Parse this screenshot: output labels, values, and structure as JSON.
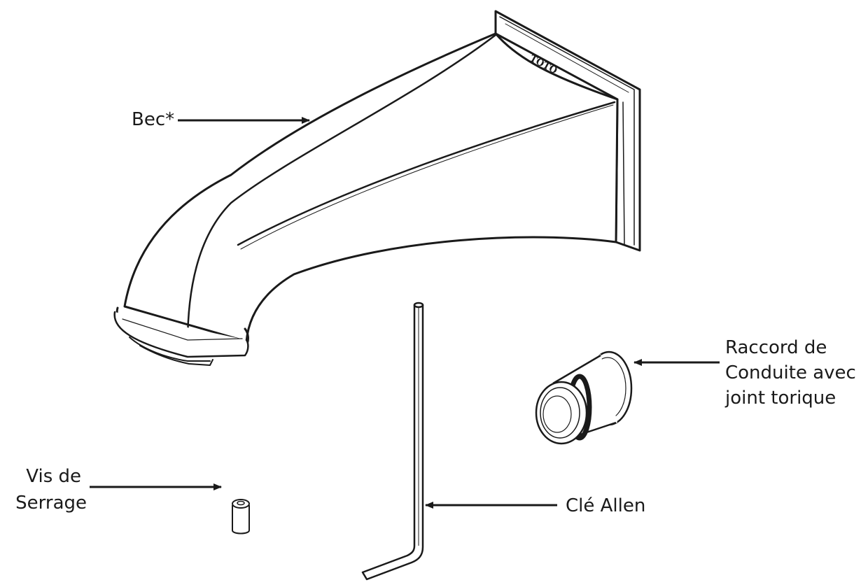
{
  "labels": {
    "spout": "Bec*",
    "adapter_line1": "Raccord de",
    "adapter_line2": "Conduite avec",
    "adapter_line3": "joint torique",
    "set_screw_line1": "Vis de",
    "set_screw_line2": "Serrage",
    "allen_key": "Clé Allen"
  },
  "logo": "TOTO",
  "colors": {
    "ink": "#1a1a1a",
    "paper": "#ffffff"
  }
}
